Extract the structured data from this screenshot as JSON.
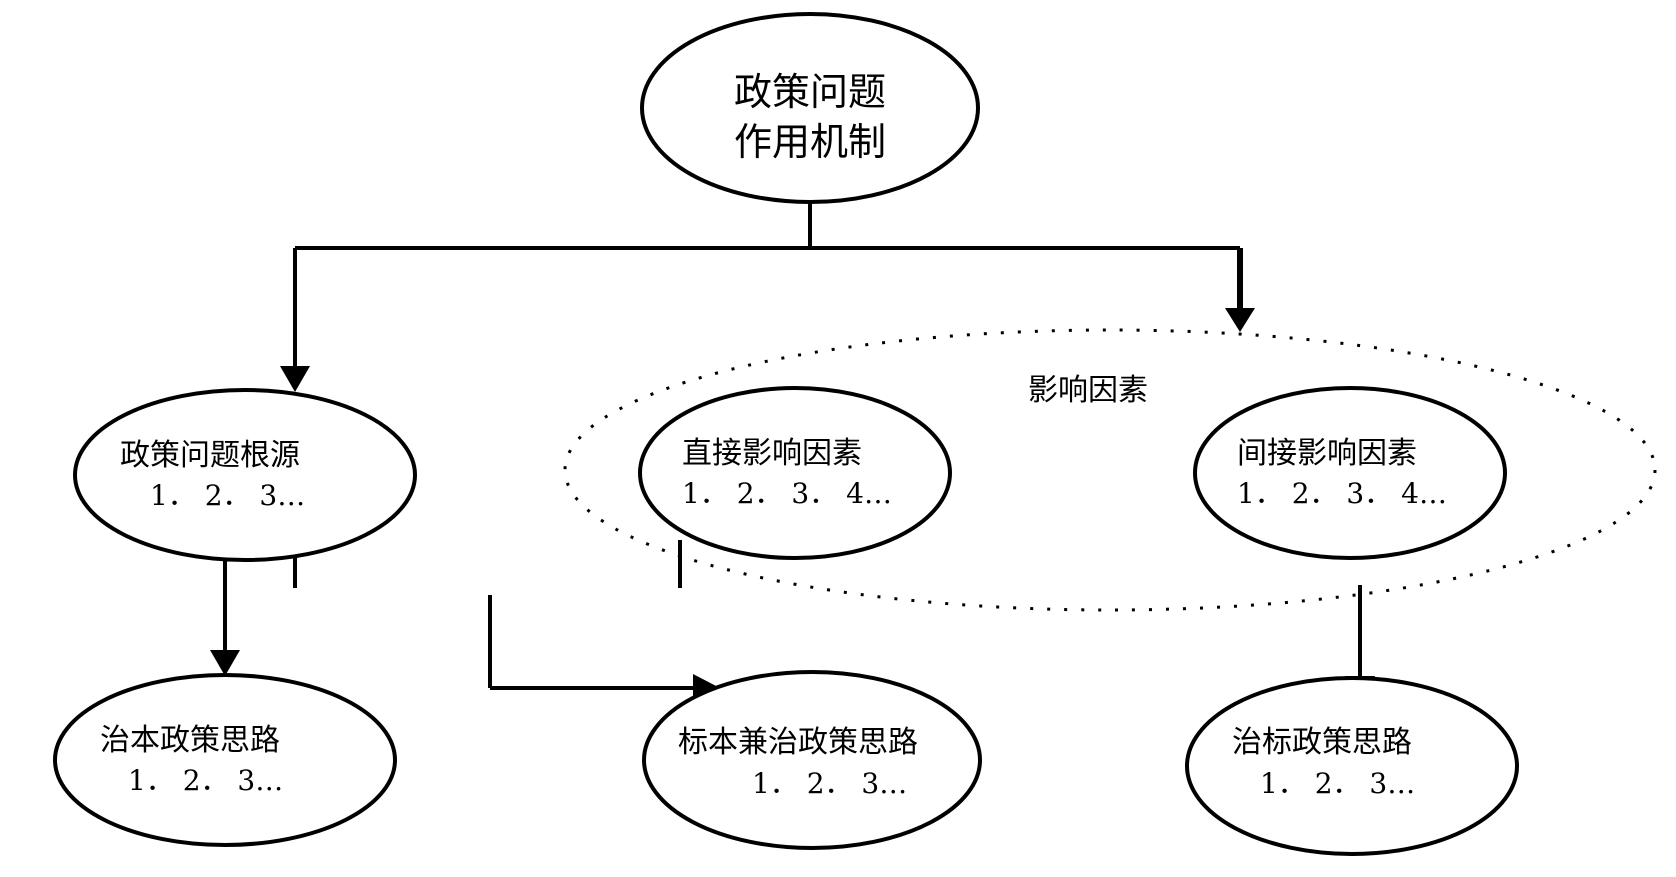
{
  "diagram": {
    "root": {
      "line1": "政策问题",
      "line2": "作用机制"
    },
    "group": {
      "label": "影响因素"
    },
    "nodes": {
      "root_cause": {
        "title": "政策问题根源",
        "items": "1． 2． 3…"
      },
      "direct_factors": {
        "title": "直接影响因素",
        "items": "1． 2． 3． 4…"
      },
      "indirect_factors": {
        "title": "间接影响因素",
        "items": "1． 2． 3． 4…"
      },
      "root_policy": {
        "title": "治本政策思路",
        "items": "1． 2． 3…"
      },
      "combined_policy": {
        "title": "标本兼治政策思路",
        "items": "1． 2． 3…"
      },
      "symptom_policy": {
        "title": "治标政策思路",
        "items": "1． 2． 3…"
      }
    }
  }
}
